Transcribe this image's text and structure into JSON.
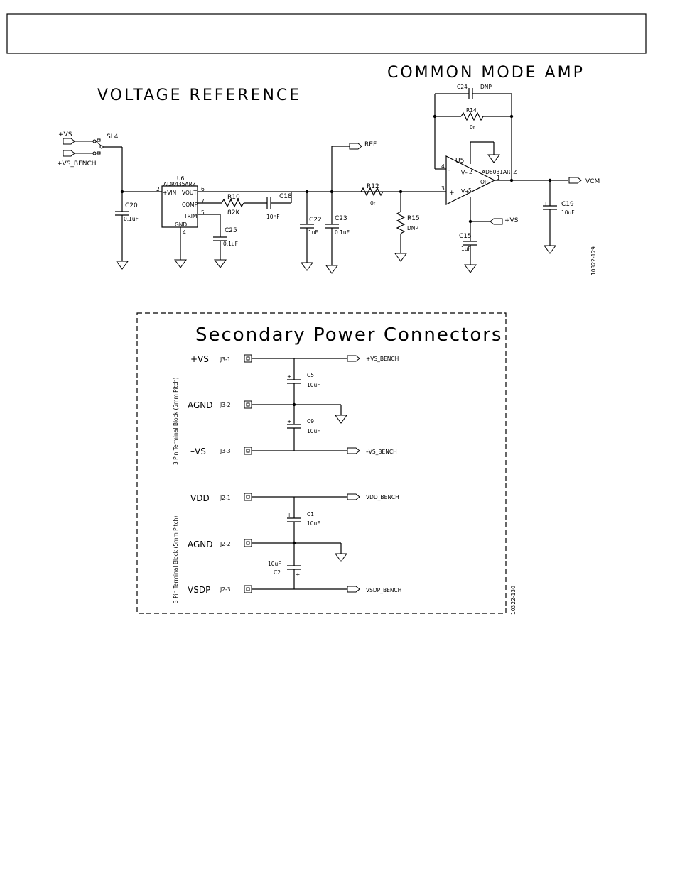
{
  "sections": {
    "voltage_reference": "VOLTAGE REFERENCE",
    "common_mode_amp": "COMMON MODE AMP",
    "secondary_power": "Secondary Power Connectors"
  },
  "nets": {
    "vs": "+VS",
    "vs_bench": "+VS_BENCH",
    "ref": "REF",
    "vcm": "VCM",
    "vs_right": "+VS",
    "vs_bench_out": "+VS_BENCH",
    "neg_vs_bench": "–VS_BENCH",
    "vdd_bench": "VDD_BENCH",
    "vsdp_bench": "VSDP_BENCH"
  },
  "components": {
    "sl4": "SL4",
    "u6_ref": "U6",
    "u6_part": "ADR435ARZ",
    "u6_vin": "+VIN",
    "u6_vout": "VOUT",
    "u6_comp": "COMP",
    "u6_trim": "TRIM",
    "u6_gnd": "GND",
    "u6_pin2": "2",
    "u6_pin6": "6",
    "u6_pin7": "7",
    "u6_pin5": "5",
    "u6_pin4": "4",
    "c20": "C20",
    "c20_val": "0.1uF",
    "r10": "R10",
    "r10_val": "82K",
    "c18": "C18",
    "c18_val": "10nF",
    "c25": "C25",
    "c25_val": "0.1uF",
    "c22": "C22",
    "c22_val": "1uF",
    "c23": "C23",
    "c23_val": "0.1uF",
    "r12": "R12",
    "r12_val": "0r",
    "r15": "R15",
    "r15_val": "DNP",
    "c24": "C24",
    "c24_val": "DNP",
    "r14": "R14",
    "r14_val": "0r",
    "u5": "U5",
    "u5_part": "AD8031ARTZ",
    "u5_vminus": "V–",
    "u5_vplus": "V+",
    "u5_op": "OP",
    "u5_minus": "–",
    "u5_plus": "+",
    "u5_pin4": "4",
    "u5_pin3": "3",
    "u5_pin1": "1",
    "u5_pin2": "2",
    "u5_pin5": "5",
    "c15": "C15",
    "c15_val": "1uF",
    "c19": "C19",
    "c19_val": "10uF",
    "plus": "+",
    "c5": "C5",
    "c5_val": "10uF",
    "c9": "C9",
    "c9_val": "10uF",
    "c1": "C1",
    "c1_val": "10uF",
    "c2": "C2",
    "c2_val": "10uF"
  },
  "connectors": {
    "block_label": "3 Pin Terminal Block (5mm Pitch)",
    "j3": [
      {
        "name": "+VS",
        "pin": "J3-1"
      },
      {
        "name": "AGND",
        "pin": "J3-2"
      },
      {
        "name": "–VS",
        "pin": "J3-3"
      }
    ],
    "j2": [
      {
        "name": "VDD",
        "pin": "J2-1"
      },
      {
        "name": "AGND",
        "pin": "J2-2"
      },
      {
        "name": "VSDP",
        "pin": "J2-3"
      }
    ]
  },
  "figure_ids": {
    "top": "10322-129",
    "bottom": "10322-130"
  }
}
